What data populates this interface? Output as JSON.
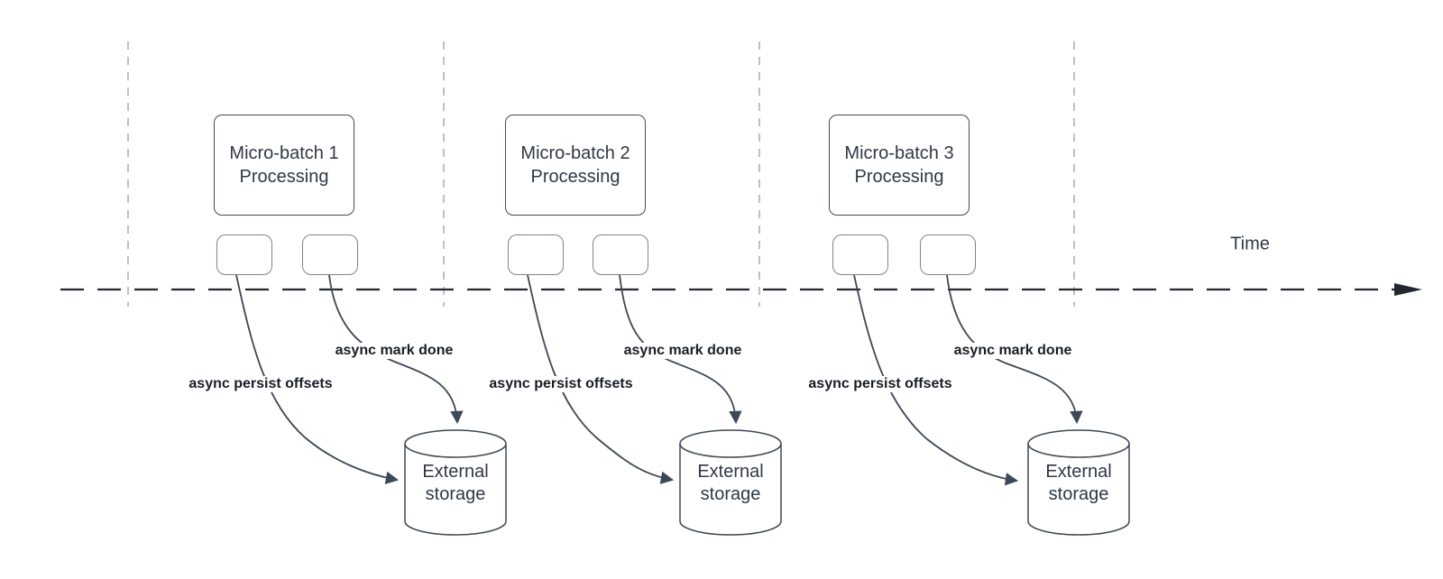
{
  "timeline": {
    "label": "Time"
  },
  "batches": [
    {
      "box_label": "Micro-batch 1\nProcessing",
      "persist_arrow_label": "async persist offsets",
      "done_arrow_label": "async mark done",
      "storage_label": "External\nstorage"
    },
    {
      "box_label": "Micro-batch 2\nProcessing",
      "persist_arrow_label": "async persist offsets",
      "done_arrow_label": "async mark done",
      "storage_label": "External\nstorage"
    },
    {
      "box_label": "Micro-batch 3\nProcessing",
      "persist_arrow_label": "async persist offsets",
      "done_arrow_label": "async mark done",
      "storage_label": "External\nstorage"
    }
  ],
  "colors": {
    "line": "#3e4856",
    "timeline": "#23272e",
    "gridline": "#a6a6a6",
    "box_border": "#434b57",
    "small_box_border": "#7d8491",
    "text": "#2f3844",
    "label_text": "#191d24"
  }
}
